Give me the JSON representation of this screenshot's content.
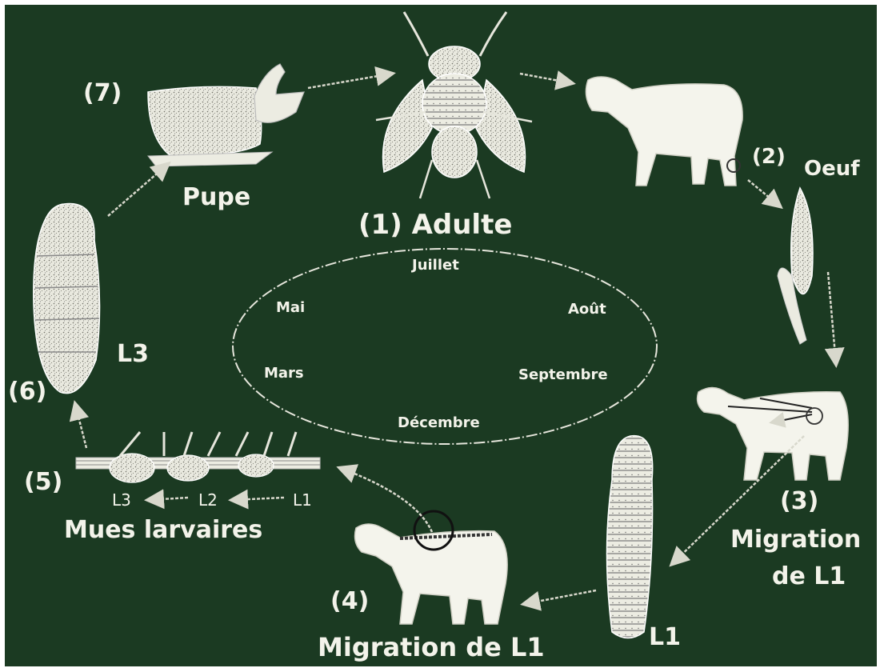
{
  "stages": {
    "adult": "(1) Adulte",
    "egg_num": "(2)",
    "egg": "Oeuf",
    "migration3_num": "(3)",
    "migration3_line1": "Migration",
    "migration3_line2": "de L1",
    "migration4_num": "(4)",
    "migration4": "Migration de L1",
    "molts_num": "(5)",
    "molts": "Mues larvaires",
    "l3_num": "(6)",
    "pupa_num": "(7)",
    "pupa": "Pupe"
  },
  "larva_labels": {
    "l3_big": "L3",
    "l1_big": "L1",
    "molt_l3": "L3",
    "molt_l2": "L2",
    "molt_l1": "L1"
  },
  "months": {
    "top": "Juillet",
    "upper_left": "Mai",
    "upper_right": "Août",
    "lower_left": "Mars",
    "lower_right": "Septembre",
    "bottom": "Décembre"
  },
  "colors": {
    "background": "#1b3a22",
    "ink": "#f3f3ea"
  }
}
